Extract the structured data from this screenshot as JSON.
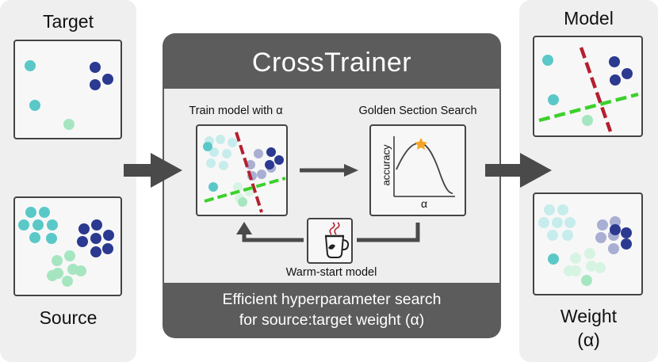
{
  "left_panel": {
    "target_label": "Target",
    "source_label": "Source"
  },
  "center_panel": {
    "title": "CrossTrainer",
    "train_label": "Train model with α",
    "search_label": "Golden Section Search",
    "axis_y": "accuracy",
    "axis_x": "α",
    "warm_label": "Warm-start model",
    "footer_line1": "Efficient hyperparameter search",
    "footer_line2": "for source:target weight (α)"
  },
  "right_panel": {
    "model_label": "Model",
    "weight_label": "Weight",
    "weight_sub": "(α)"
  },
  "icons": {
    "warm": "coffee-cup-icon",
    "star": "star-icon"
  },
  "colors": {
    "teal": "#5bc8c8",
    "navy": "#2b3990",
    "mint": "#a5e6c0",
    "light_teal": "#c7ecec",
    "light_navy": "#a9aed3",
    "light_mint": "#d7f4e2",
    "red_line": "#b5202e",
    "green_line": "#3bd12b",
    "star": "#f5a524",
    "dark": "#5a5a5a",
    "arrow": "#4a4a4a"
  }
}
